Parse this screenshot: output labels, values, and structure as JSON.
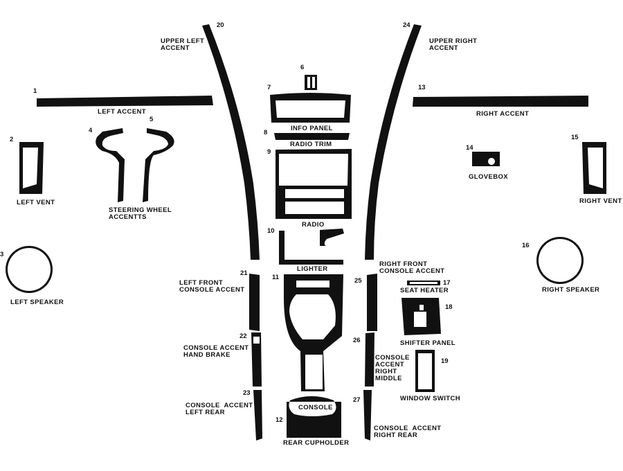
{
  "parts": [
    {
      "num": "1",
      "label": [
        "LEFT ACCENT"
      ]
    },
    {
      "num": "2",
      "label": [
        "LEFT VENT"
      ]
    },
    {
      "num": "3",
      "label": [
        "LEFT SPEAKER"
      ]
    },
    {
      "num": "4",
      "label": [
        "STEERING WHEEL",
        "ACCENTTS"
      ]
    },
    {
      "num": "5",
      "label": []
    },
    {
      "num": "6",
      "label": []
    },
    {
      "num": "7",
      "label": [
        "INFO PANEL"
      ]
    },
    {
      "num": "8",
      "label": [
        "RADIO TRIM"
      ]
    },
    {
      "num": "9",
      "label": [
        "RADIO"
      ]
    },
    {
      "num": "10",
      "label": [
        "LIGHTER"
      ]
    },
    {
      "num": "11",
      "label": [
        "CONSOLE"
      ]
    },
    {
      "num": "12",
      "label": [
        "REAR CUPHOLDER"
      ]
    },
    {
      "num": "13",
      "label": [
        "RIGHT ACCENT"
      ]
    },
    {
      "num": "14",
      "label": [
        "GLOVEBOX"
      ]
    },
    {
      "num": "15",
      "label": [
        "RIGHT VENT"
      ]
    },
    {
      "num": "16",
      "label": [
        "RIGHT SPEAKER"
      ]
    },
    {
      "num": "17",
      "label": [
        "SEAT HEATER"
      ]
    },
    {
      "num": "18",
      "label": [
        "SHIFTER PANEL"
      ]
    },
    {
      "num": "19",
      "label": [
        "WINDOW SWITCH"
      ]
    },
    {
      "num": "20",
      "label": [
        "UPPER LEFT",
        "ACCENT"
      ]
    },
    {
      "num": "21",
      "label": [
        "LEFT FRONT",
        "CONSOLE ACCENT"
      ]
    },
    {
      "num": "22",
      "label": [
        "CONSOLE ACCENT",
        "HAND BRAKE"
      ]
    },
    {
      "num": "23",
      "label": [
        "CONSOLE  ACCENT",
        "LEFT REAR"
      ]
    },
    {
      "num": "24",
      "label": [
        "UPPER RIGHT",
        "ACCENT"
      ]
    },
    {
      "num": "25",
      "label": [
        "RIGHT FRONT",
        "CONSOLE ACCENT"
      ]
    },
    {
      "num": "26",
      "label": [
        "CONSOLE",
        "ACCENT",
        "RIGHT",
        "MIDDLE"
      ]
    },
    {
      "num": "27",
      "label": [
        "CONSOLE  ACCENT",
        "RIGHT REAR"
      ]
    }
  ],
  "colors": {
    "ink": "#111111",
    "paper": "#ffffff"
  }
}
